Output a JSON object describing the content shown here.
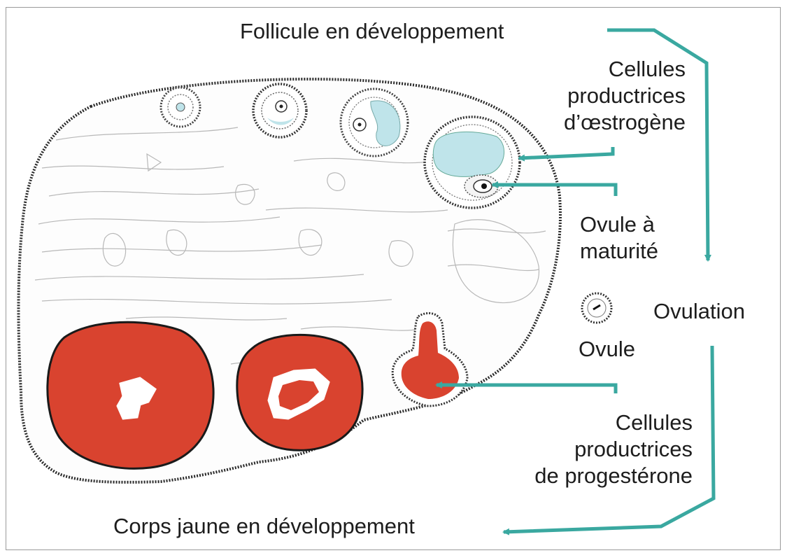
{
  "labels": {
    "developing_follicle": "Follicule en développement",
    "estrogen_cells": [
      "Cellules",
      "productrices",
      "d’œstrogène"
    ],
    "mature_ovum": [
      "Ovule à",
      "maturité"
    ],
    "ovulation": "Ovulation",
    "ovum": "Ovule",
    "progesterone_cells": [
      "Cellules",
      "productrices",
      "de progestérone"
    ],
    "corpus_luteum": "Corps jaune en développement"
  },
  "colors": {
    "arrow": "#3aa8a0",
    "corpus_luteum": "#d9432f",
    "follicle_fluid": "#bfe4ea",
    "outline": "#2a2a2a",
    "tissue": "#b8b8b8"
  }
}
